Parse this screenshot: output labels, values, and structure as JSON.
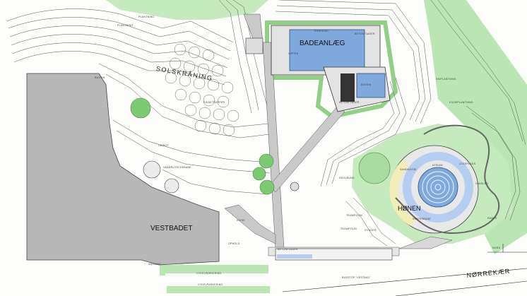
{
  "labels": {
    "vestbadet": "VESTBADET",
    "badeanlaeg": "BADEANLÆG",
    "solskraaning": "SOLSKRÅNING",
    "honen": "HØNEN",
    "norrekaer": "NØRREKÆR",
    "nord": "NORD"
  },
  "small_labels": {
    "plantning_a": "PLANTNING",
    "plantning_b": "PLANTNING",
    "bassin_a": "BASSIN",
    "bassin_b": "BASSIN",
    "udsigt": "UDSIGT",
    "ophold": "OPHOLD",
    "vandrutschebane": "VANDRUTSCHEBANE",
    "siddetrapper": "SIDDETRAPPER",
    "terrasse": "TERRASSE",
    "vipper": "VIPPER",
    "betonflader_a": "BETONFLADER",
    "betonflader_b": "BETONFLADER",
    "betonflader_c": "BETONFLADER",
    "sandkasse": "SANDKASSE",
    "legeplads": "LEGEPLADS",
    "atrium": "ATRIUM",
    "skaterbane": "SKATERBANE",
    "trampolin_a": "TRAMPOLIN",
    "trampolin_b": "TRAMPOLIN",
    "gynger": "GYNGER",
    "skovbund": "SKOVBUND",
    "skiplantning": "SKIPLANTNING",
    "kildeplantning": "KILDEPLANTNING",
    "vandleg": "VANDLEG",
    "rampe": "RAMPE",
    "cykelparkering_a": "CYKELPARKERING",
    "cykelparkering_b": "CYKELPARKERING",
    "busstop": "BUSSTOP \"VESTBAD\"",
    "indgang": "INDGANG",
    "kiosk": "KIOSK"
  },
  "colors": {
    "building": "#b7b7b7",
    "grass": "#b9e6b2",
    "water": "#7fa8dd",
    "water_light": "#b4cdf0",
    "path": "#c9c9c9",
    "tree": "#7ccb72",
    "contour": "#555555"
  }
}
